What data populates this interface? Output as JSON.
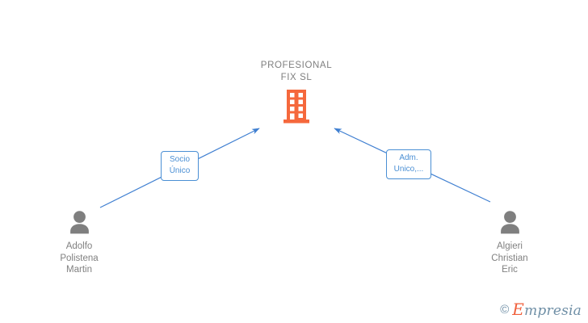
{
  "graph": {
    "company": {
      "name": "PROFESIONAL\nFIX  SL",
      "icon": "building-icon",
      "icon_color": "#f5683c"
    },
    "persons": [
      {
        "id": "left",
        "name": "Adolfo\nPolistena\nMartin",
        "icon": "person-icon",
        "icon_color": "#7f7f7f"
      },
      {
        "id": "right",
        "name": "Algieri\nChristian\nEric",
        "icon": "person-icon",
        "icon_color": "#7f7f7f"
      }
    ],
    "edges": [
      {
        "id": "left",
        "label": "Socio\nÚnico",
        "from": "Adolfo Polistena Martin",
        "to": "PROFESIONAL FIX SL",
        "color": "#3f7fd1"
      },
      {
        "id": "right",
        "label": "Adm.\nUnico,...",
        "from": "Algieri Christian Eric",
        "to": "PROFESIONAL FIX SL",
        "color": "#3f7fd1"
      }
    ]
  },
  "watermark": {
    "copyright": "©",
    "brand_initial": "E",
    "brand_rest": "mpresia"
  }
}
